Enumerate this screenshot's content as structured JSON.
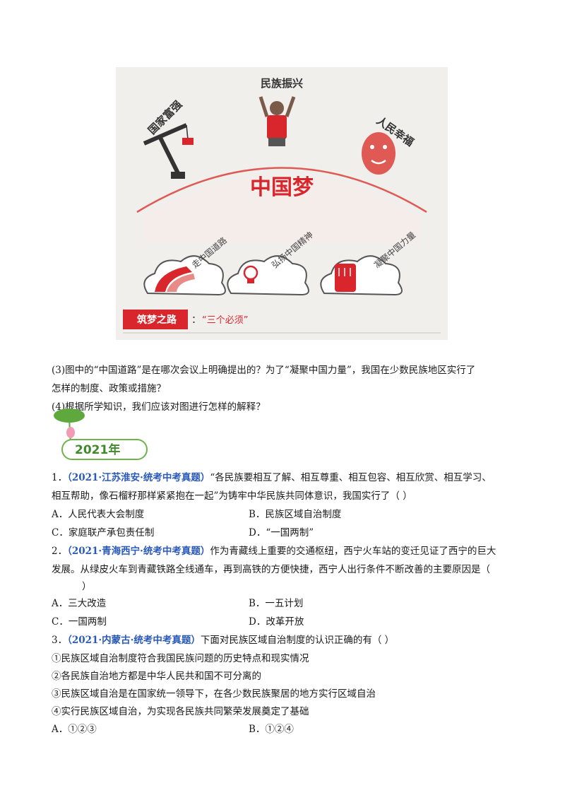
{
  "illustration": {
    "top_label": "民族振兴",
    "left_label": "国家富强",
    "right_label": "人民幸福",
    "center_title": "中国梦",
    "cloud_labels": [
      "走中国道路",
      "弘扬中国精神",
      "凝聚中国力量"
    ],
    "path_label": "筑梦之路",
    "path_colon": "：",
    "path_value": "“三个必须”"
  },
  "questions_prev": {
    "q3_line1": "(3)图中的“中国道路”是在哪次会议上明确提出的？为了“凝聚中国力量”，我国在少数民族地区实行了",
    "q3_line2": "怎样的制度、政策或措施？",
    "q4": "(4)根据所学知识，我们应该对图进行怎样的解释？"
  },
  "section_badge": "2021年",
  "q1": {
    "number": "1．",
    "source": "（2021·江苏淮安·统考中考真题）",
    "line1_text": "“各民族要相互了解、相互尊重、相互包容、相互欣赏、相互学习、",
    "line2_text": "相互帮助，像石榴籽那样紧紧抱在一起”为铸牢中华民族共同体意识，我国实行了（          ）",
    "options": [
      "A．人民代表大会制度",
      "B．民族区域自治制度",
      "C．家庭联产承包责任制",
      "D．“一国两制”"
    ]
  },
  "q2": {
    "number": "2．",
    "source": "（2021·青海西宁·统考中考真题）",
    "line1_text": "作为青藏线上重要的交通枢纽，西宁火车站的变迁见证了西宁的巨大",
    "line2_text": "发展。从绿皮火车到青藏铁路全线通车，再到高铁的方便快捷，西宁人出行条件不断改善的主要原因是（",
    "line3_text": "）",
    "options": [
      "A．三大改造",
      "B．一五计划",
      "C．一国两制",
      "D．改革开放"
    ]
  },
  "q3": {
    "number": "3．",
    "source": "（2021·内蒙古·统考中考真题）",
    "line1_text": "下面对民族区域自治制度的认识正确的有（               ）",
    "statements": [
      "①民族区域自治制度符合我国民族问题的历史特点和现实情况",
      "②各民族自治地方都是中华人民共和国不可分离的",
      "③民族区域自治是在国家统一领导下，在各少数民族聚居的地方实行区域自治",
      "④实行民族区域自治，为实现各民族共同繁荣发展奠定了基础"
    ],
    "options": [
      "A．①②③",
      "B．①②④"
    ]
  },
  "colors": {
    "accent_red": "#d8262c",
    "source_blue": "#2a5ab8",
    "badge_green": "#6fb24a"
  }
}
